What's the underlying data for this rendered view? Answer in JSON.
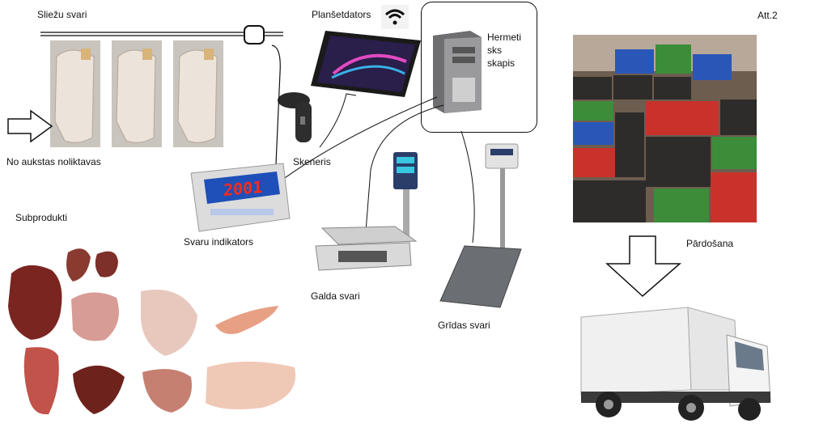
{
  "labels": {
    "rail": "Sliežu svari",
    "tablet": "Planšetdators",
    "cabinet": [
      "Hermeti",
      "sks",
      "skapis"
    ],
    "figure": "Att.2",
    "cold_store": "No aukstas noliktavas",
    "scanner": "Skeneris",
    "byproducts": "Subprodukti",
    "indicator": "Svaru indikators",
    "table_scale": "Galda svari",
    "floor_scale": "Grīdas svari",
    "sale": "Pārdošana"
  },
  "indicator_display": "2001",
  "colors": {
    "carcass": "#e8dfd6",
    "tag": "#d8b37a",
    "crate_red": "#c8322b",
    "crate_green": "#3c8c3a",
    "crate_blue": "#2a56b8",
    "crate_dark": "#2e2c2a",
    "display_red": "#ff2a1a",
    "indicator_panel": "#1f4fb8",
    "meat": "#9c3a2e"
  },
  "icons": [
    "arrow-right-outline-icon",
    "arrow-down-outline-icon",
    "wifi-icon"
  ]
}
